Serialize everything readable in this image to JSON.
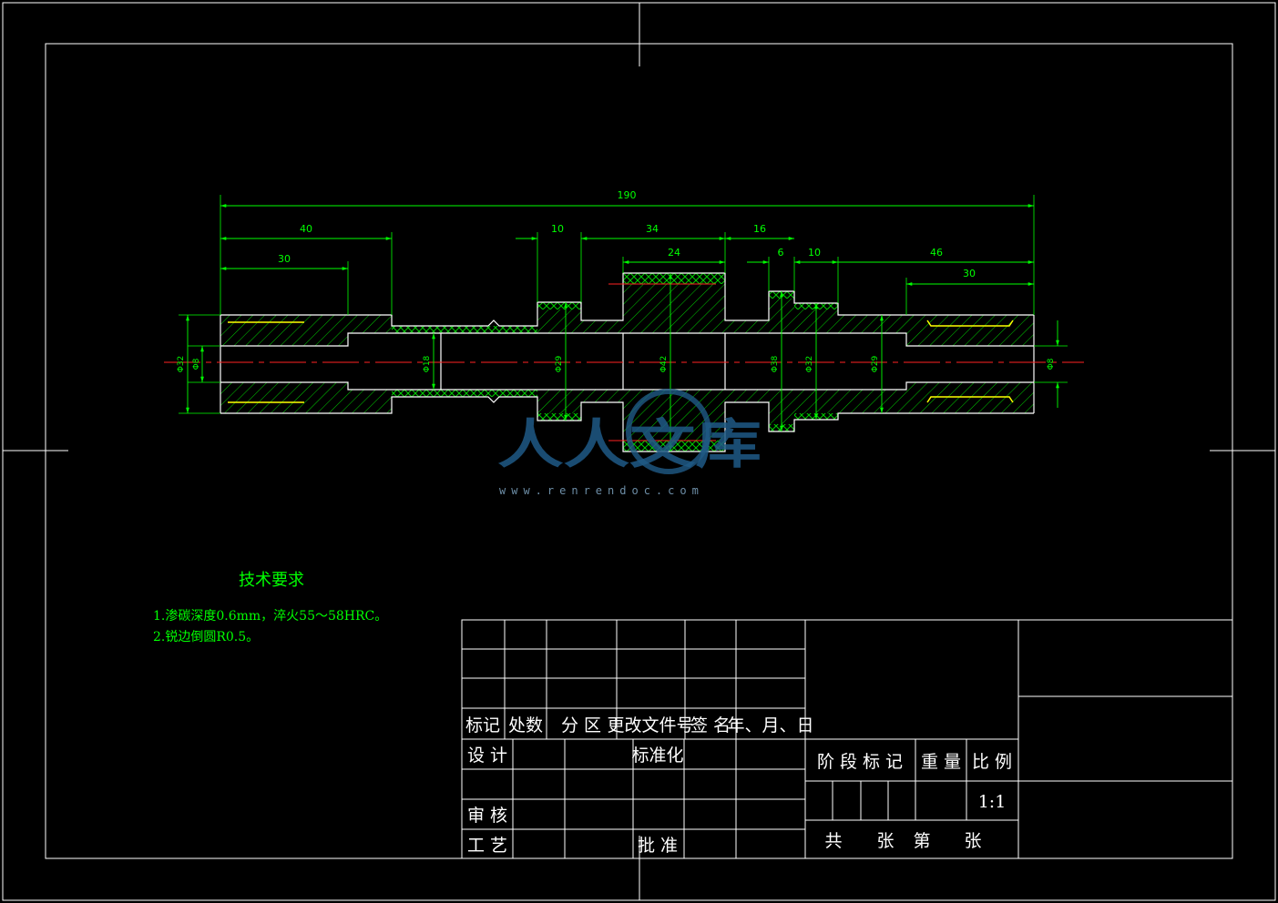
{
  "colors": {
    "background": "#000000",
    "line": "#ffffff",
    "dimension": "#00ff00",
    "centerline": "#ff2222",
    "hatch": "#00cc00",
    "highlight": "#ffff00",
    "watermark": "#1f5a86"
  },
  "dimensions": {
    "overall_length": "190",
    "left_40": "40",
    "left_30": "30",
    "d_10a": "10",
    "d_34": "34",
    "d_24": "24",
    "d_16": "16",
    "d_6": "6",
    "d_10b": "10",
    "right_46": "46",
    "right_30": "30",
    "dia_left_outer": "Φ32",
    "dia_left_inner": "Φ8",
    "dia_neck": "Φ18",
    "dia_step1": "Φ29",
    "dia_center": "Φ42",
    "dia_step2": "Φ38",
    "dia_step3": "Φ32",
    "dia_step4": "Φ29",
    "dia_right_inner": "Φ8"
  },
  "tech_requirements": {
    "title": "技术要求",
    "items": [
      "1.渗碳深度0.6mm，淬火55～58HRC。",
      "2.锐边倒圆R0.5。"
    ]
  },
  "title_block": {
    "header": {
      "mark": "标记",
      "count": "处数",
      "zone": "分 区",
      "change_doc": "更改文件号",
      "sign": "签 名",
      "date": "年、月、日"
    },
    "design": "设 计",
    "standardize": "标准化",
    "review": "审 核",
    "process": "工 艺",
    "approve": "批 准",
    "stage_mark": "阶 段 标 记",
    "weight": "重 量",
    "scale_label": "比 例",
    "scale_value": "1:1",
    "sheet_total": "共",
    "sheet_total_unit": "张",
    "sheet_no": "第",
    "sheet_no_unit": "张"
  },
  "watermark": {
    "text": "人人文库",
    "url": "www.renrendoc.com"
  }
}
